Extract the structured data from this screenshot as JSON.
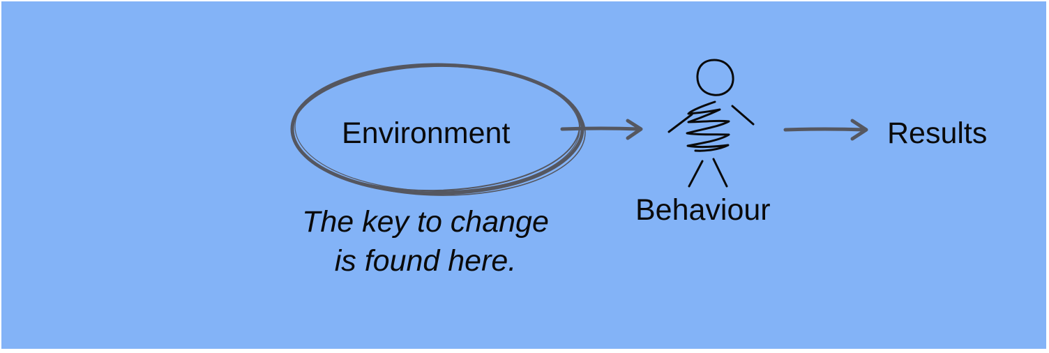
{
  "diagram": {
    "nodes": {
      "environment": "Environment",
      "behaviour": "Behaviour",
      "results": "Results"
    },
    "caption": {
      "line1": "The key to change",
      "line2": "is found here."
    },
    "colors": {
      "background": "#83b3f7",
      "sketch_stroke": "#555760",
      "figure_stroke": "#0a0a0a"
    },
    "icons": [
      "sketchy-ellipse",
      "arrow-right",
      "stick-figure-person"
    ]
  }
}
